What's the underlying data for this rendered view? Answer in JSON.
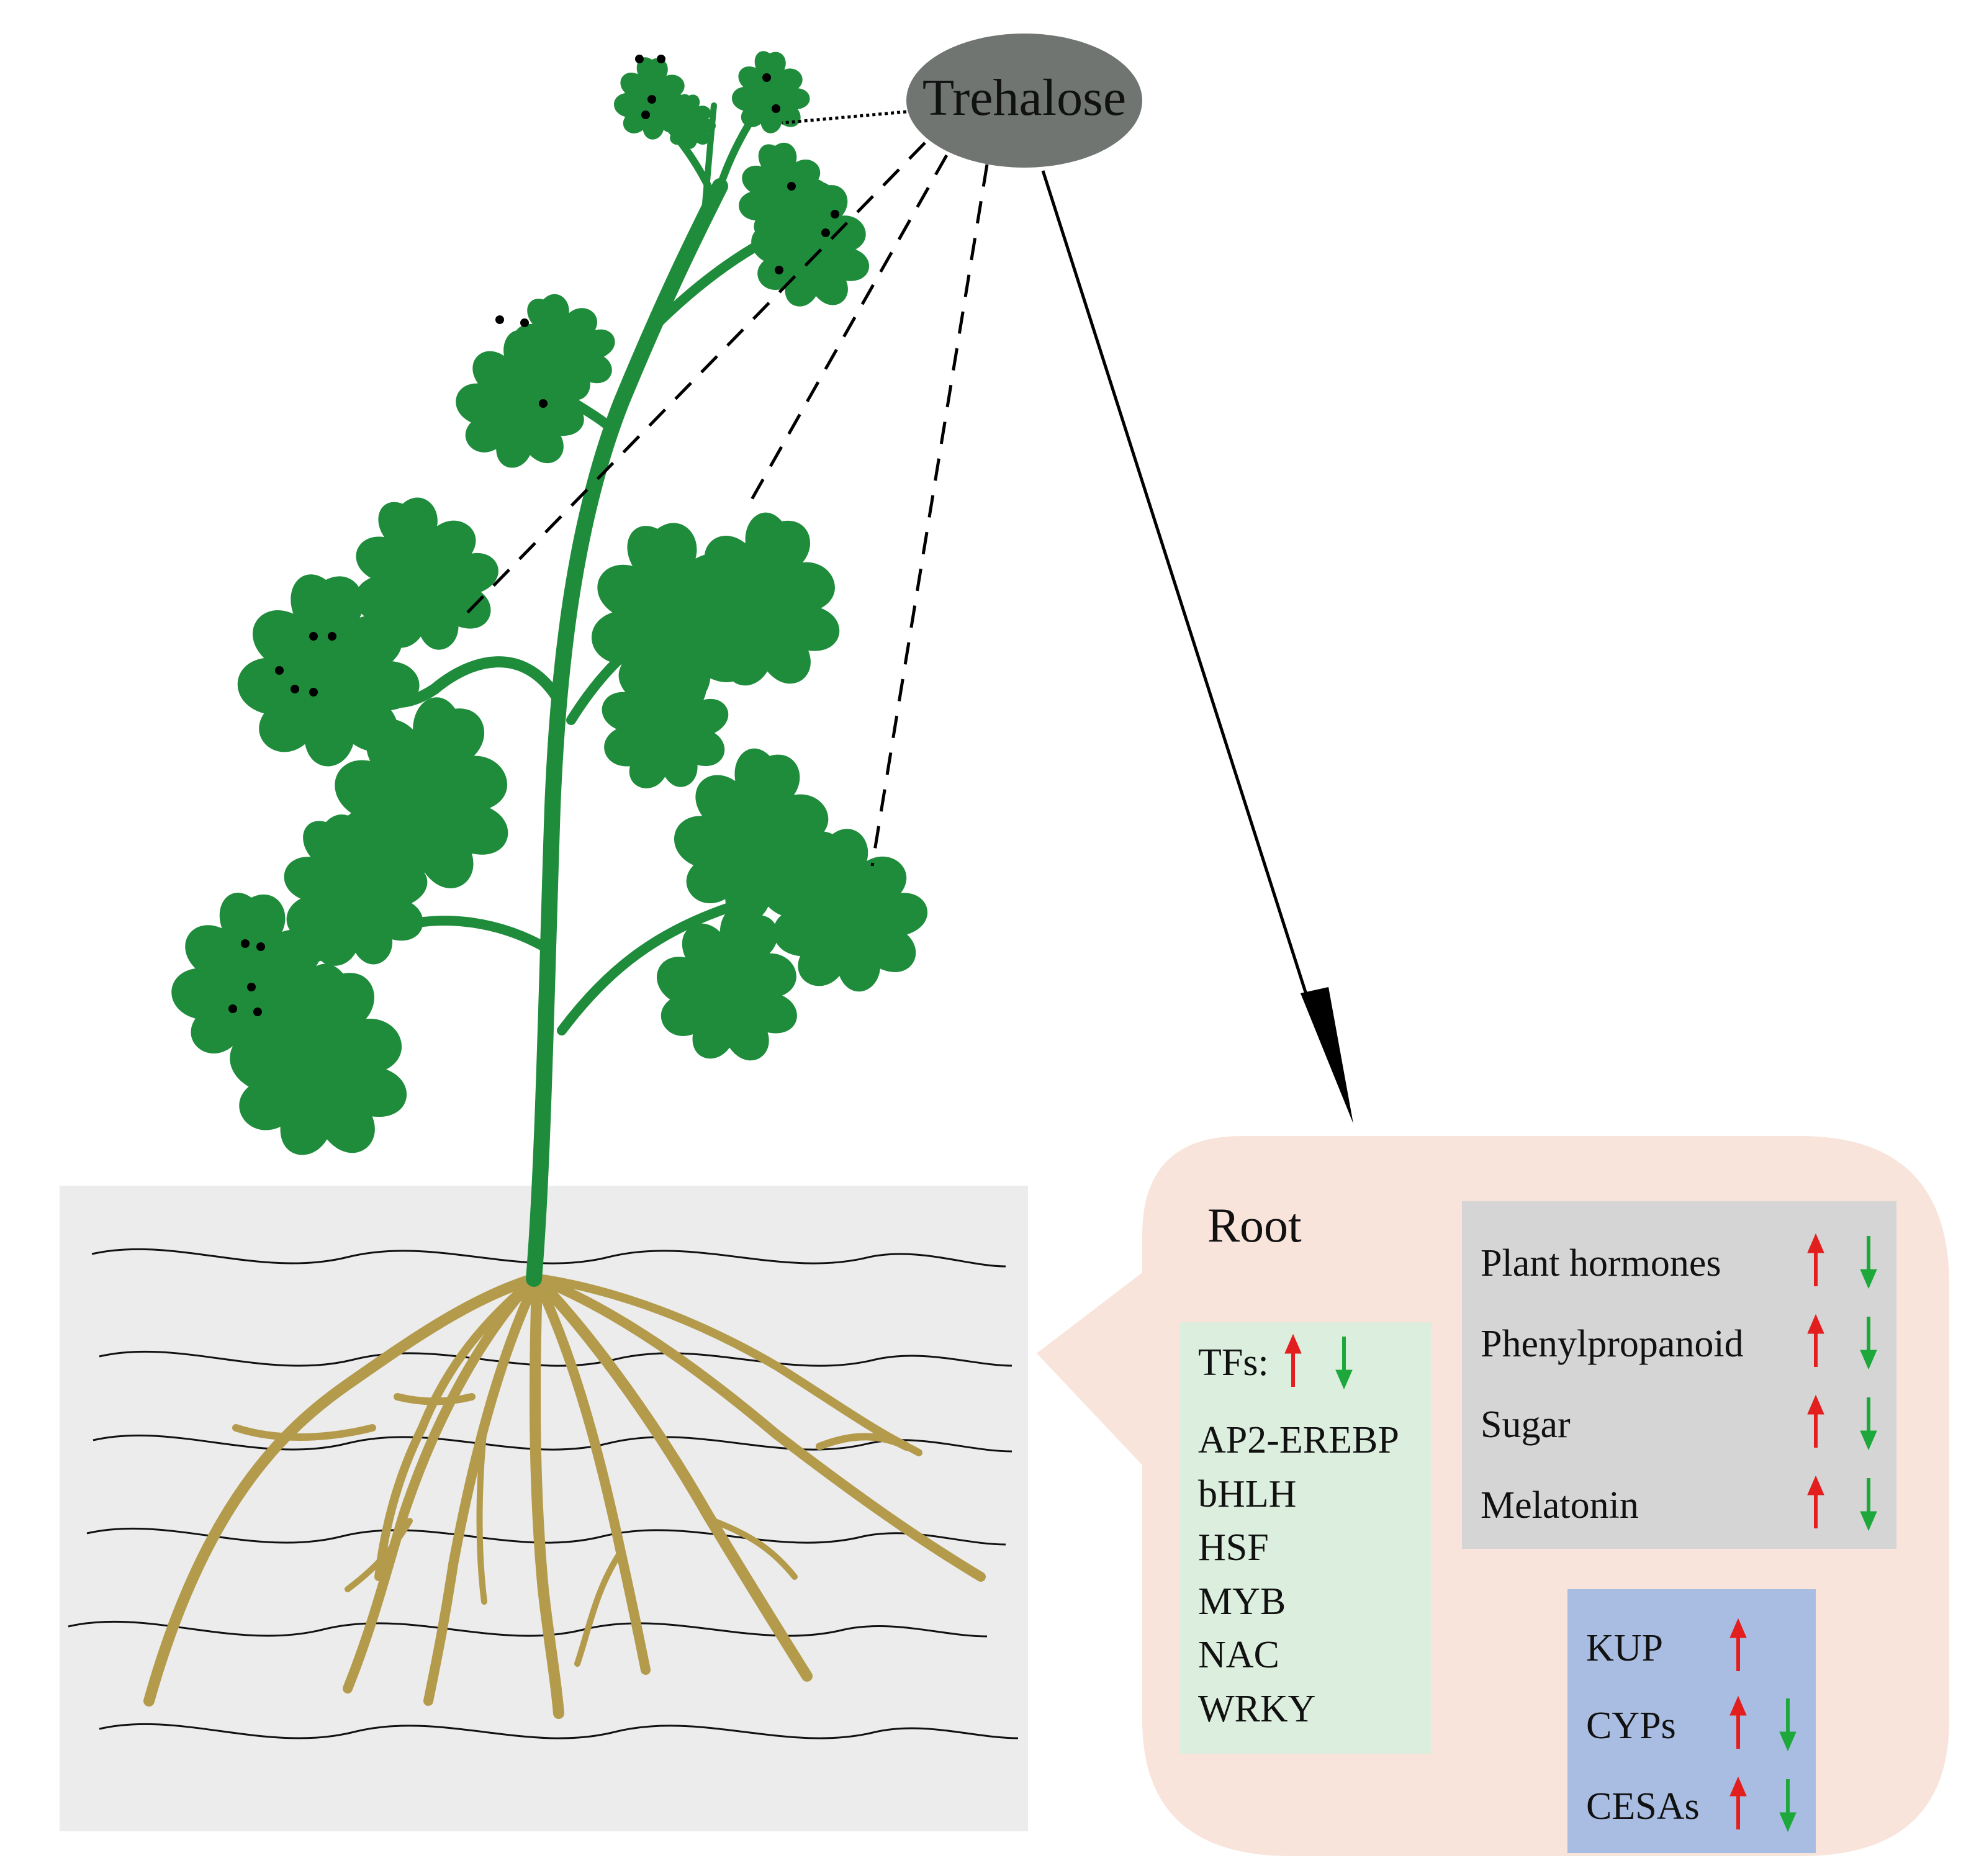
{
  "trehalose": {
    "label": "Trehalose"
  },
  "root_panel": {
    "title": "Root",
    "tfs": {
      "label": "TFs:",
      "direction": [
        "up",
        "down"
      ],
      "items": [
        "AP2-EREBP",
        "bHLH",
        "HSF",
        "MYB",
        "NAC",
        "WRKY"
      ]
    },
    "metabolites": [
      {
        "label": "Plant hormones",
        "direction": [
          "up",
          "down"
        ]
      },
      {
        "label": "Phenylpropanoid",
        "direction": [
          "up",
          "down"
        ]
      },
      {
        "label": "Sugar",
        "direction": [
          "up",
          "down"
        ]
      },
      {
        "label": "Melatonin",
        "direction": [
          "up",
          "down"
        ]
      }
    ],
    "genes": [
      {
        "label": "KUP",
        "direction": [
          "up"
        ]
      },
      {
        "label": "CYPs",
        "direction": [
          "up",
          "down"
        ]
      },
      {
        "label": "CESAs",
        "direction": [
          "up",
          "down"
        ]
      }
    ]
  },
  "colors": {
    "plant_green": "#1f8c3c",
    "root_brown": "#b49b4c",
    "soil": "#ececec",
    "ellipse": "#707572",
    "panel": "#f8e4da",
    "tf_box": "#dceedd",
    "metabolite_box": "#d5d5d5",
    "gene_box": "#a9bde2",
    "up_arrow": "#e21e1e",
    "down_arrow": "#1ea83c"
  }
}
